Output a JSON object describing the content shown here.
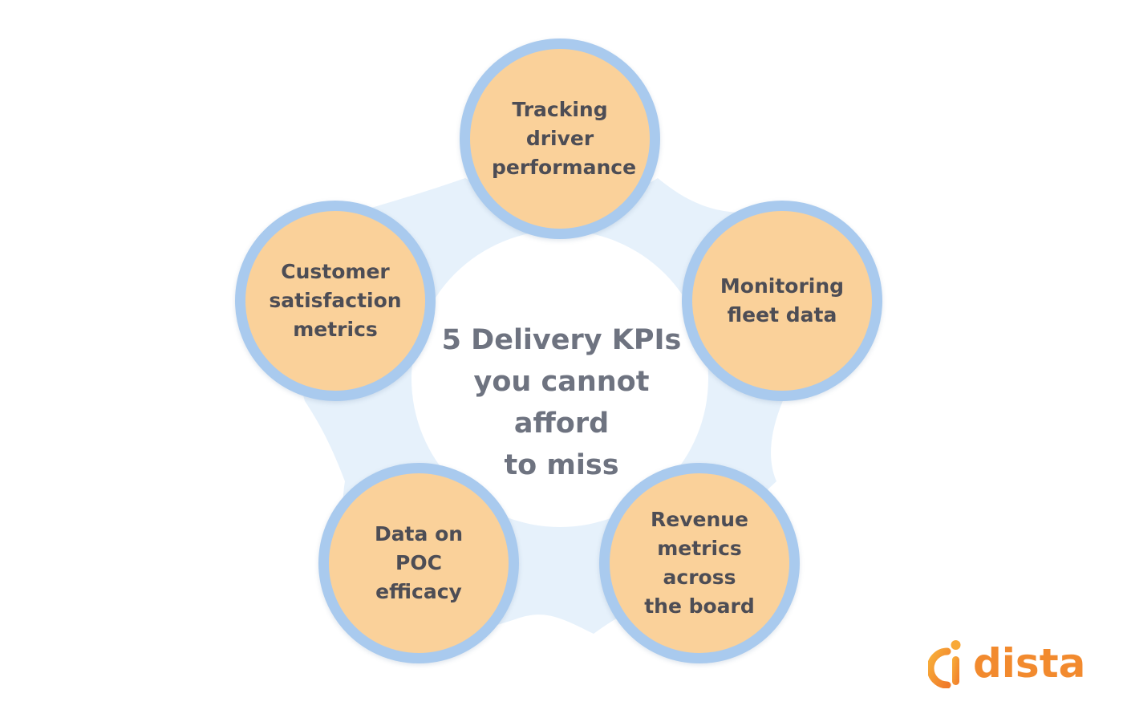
{
  "title": "5 Delivery KPIs\nyou cannot afford\nto miss",
  "kpis": [
    {
      "label": "Tracking\ndriver\nperformance"
    },
    {
      "label": "Monitoring\nfleet data"
    },
    {
      "label": "Revenue\nmetrics across\nthe board"
    },
    {
      "label": "Data on POC\nefficacy"
    },
    {
      "label": "Customer\nsatisfaction\nmetrics"
    }
  ],
  "brand": {
    "name": "dista",
    "logo_icon": "dista-logo-icon",
    "color_primary": "#f28a2e",
    "color_secondary": "#f8b03a"
  },
  "colors": {
    "node_fill": "#fad19a",
    "node_ring": "#a9caee",
    "backdrop": "#e6f1fb",
    "title_text": "#6e7380",
    "node_text": "#4d4d55"
  }
}
